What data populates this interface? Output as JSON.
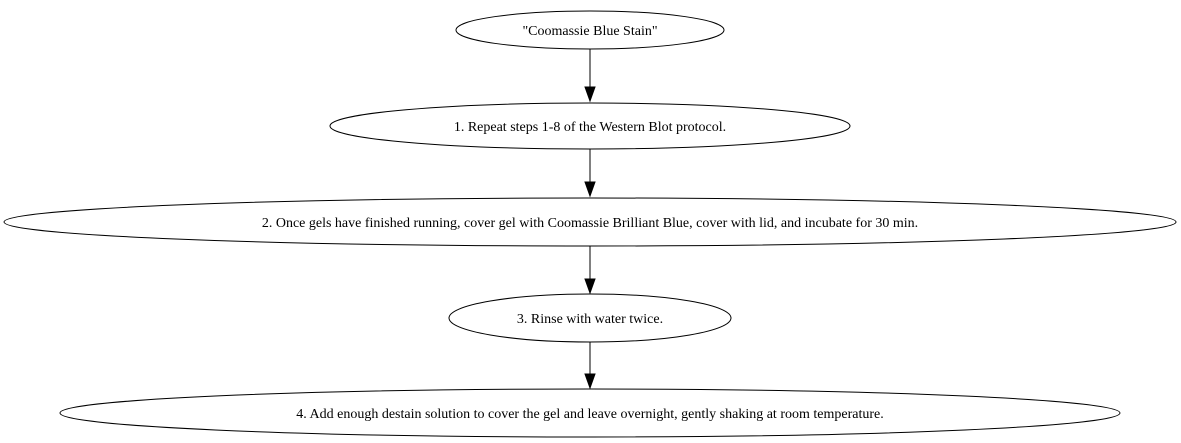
{
  "diagram": {
    "nodes": [
      {
        "id": "title",
        "label": "\"Coomassie Blue Stain\""
      },
      {
        "id": "step1",
        "label": "1. Repeat steps 1-8 of the Western Blot protocol."
      },
      {
        "id": "step2",
        "label": "2. Once gels have finished running, cover gel with Coomassie Brilliant Blue, cover with lid, and incubate for 30 min."
      },
      {
        "id": "step3",
        "label": "3. Rinse with water twice."
      },
      {
        "id": "step4",
        "label": "4. Add enough destain solution to cover the gel and leave overnight, gently shaking at room temperature."
      }
    ],
    "edges": [
      {
        "from": "title",
        "to": "step1"
      },
      {
        "from": "step1",
        "to": "step2"
      },
      {
        "from": "step2",
        "to": "step3"
      },
      {
        "from": "step3",
        "to": "step4"
      }
    ]
  }
}
